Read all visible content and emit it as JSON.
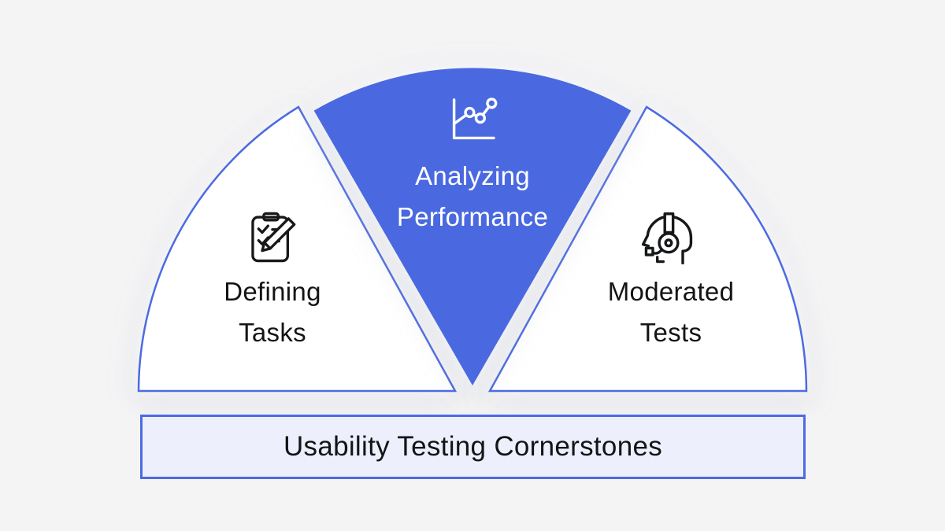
{
  "title": "Usability Testing Cornerstones",
  "colors": {
    "background": "#F4F4F5",
    "accent_fill": "#4A69E0",
    "accent_border": "#4D6BE0",
    "banner_fill": "#EDF0FC",
    "text_dark": "#141416",
    "text_light": "#FFFFFF"
  },
  "segments": [
    {
      "id": "defining-tasks",
      "label": "Defining Tasks",
      "icon": "clipboard-checklist-pencil-icon",
      "highlighted": false
    },
    {
      "id": "analyzing-performance",
      "label": "Analyzing Performance",
      "icon": "line-chart-icon",
      "highlighted": true
    },
    {
      "id": "moderated-tests",
      "label": "Moderated Tests",
      "icon": "moderator-headset-icon",
      "highlighted": false
    }
  ],
  "banner": {
    "title": "Usability Testing Cornerstones"
  }
}
